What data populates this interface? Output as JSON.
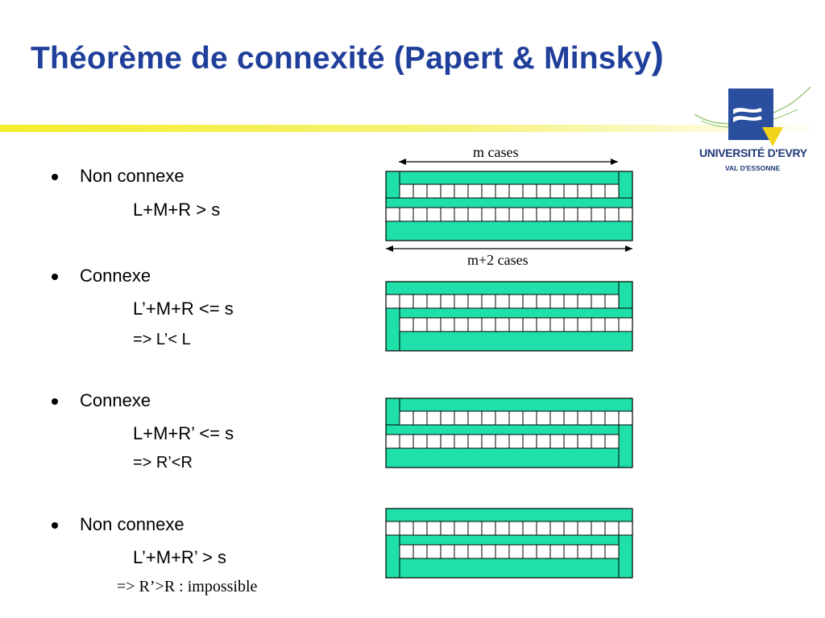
{
  "slide": {
    "title_main": "Théorème de connexité (Papert & Minsky",
    "title_paren": ")"
  },
  "logo": {
    "line1": "UNIVERSITÉ D'EVRY",
    "line2": "VAL D'ESSONNE"
  },
  "bullets": [
    {
      "label": "Non connexe",
      "line1": "L+M+R > s",
      "line2": ""
    },
    {
      "label": "Connexe",
      "line1": "L’+M+R <= s",
      "line2": "=> L’< L"
    },
    {
      "label": "Connexe",
      "line1": "L+M+R’ <= s",
      "line2": "=> R’<R"
    },
    {
      "label": "Non connexe",
      "line1": "L’+M+R’ > s",
      "line2": "=> R’>R : impossible"
    }
  ],
  "diagram_labels": {
    "top": "m cases",
    "bottom": "m+2 cases"
  },
  "colors": {
    "title": "#1f3f9a",
    "rule_yellow": "#f3ee2a",
    "fill": "#1ee0a8",
    "logo_blue": "#2a4f9e",
    "logo_yellow": "#f2d21a",
    "logo_green": "#9ac97a"
  },
  "diagrams": [
    {
      "row1_left_cap": true,
      "row1_right_cap": true,
      "row2_left_cap": false,
      "row2_right_cap": false,
      "left_bar": "top",
      "right_bar": "top"
    },
    {
      "row1_left_cap": false,
      "row1_right_cap": true,
      "row2_left_cap": true,
      "row2_right_cap": false,
      "left_bar": "bottom",
      "right_bar": "top"
    },
    {
      "row1_left_cap": true,
      "row1_right_cap": false,
      "row2_left_cap": false,
      "row2_right_cap": true,
      "left_bar": "top",
      "right_bar": "bottom"
    },
    {
      "row1_left_cap": false,
      "row1_right_cap": false,
      "row2_left_cap": true,
      "row2_right_cap": true,
      "left_bar": "bottom",
      "right_bar": "bottom"
    }
  ]
}
